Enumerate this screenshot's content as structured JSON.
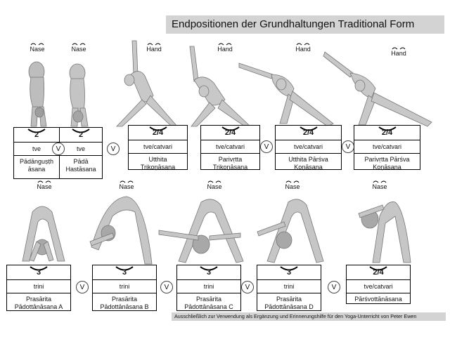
{
  "title": "Endpositionen der Grundhaltungen Traditional Form",
  "footer": "Ausschließlich zur Verwendung als Ergänzung und Erinnerungshilfe für den Yoga-Unterricht von Peter Ewen",
  "separator": "V",
  "top_row": [
    {
      "label": "Nase",
      "count": "2",
      "breath": "tve",
      "name1": "Pādānguṣṭh",
      "name2": "āsana"
    },
    {
      "label": "Nase",
      "count": "2",
      "breath": "tve",
      "name1": "Pādā",
      "name2": "Hastāsana"
    },
    {
      "label": "Hand",
      "count": "2/4",
      "breath": "tve/catvari",
      "name1": "Utthita",
      "name2": "Trikoṇāsana"
    },
    {
      "label": "Hand",
      "count": "2/4",
      "breath": "tve/catvari",
      "name1": "Parivṛtta",
      "name2": "Trikoṇāsana"
    },
    {
      "label": "Hand",
      "count": "2/4",
      "breath": "tve/catvari",
      "name1": "Utthita Pārśva",
      "name2": "Koṇāsana"
    },
    {
      "label": "Hand",
      "count": "2/4",
      "breath": "tve/catvari",
      "name1": "Parivṛtta Pārśva",
      "name2": "Koṇāsana"
    }
  ],
  "bottom_row": [
    {
      "label": "Nase",
      "count": "3",
      "breath": "trini",
      "name1": "Prasārita",
      "name2": "Pādottānāsana A"
    },
    {
      "label": "Nase",
      "count": "3",
      "breath": "trini",
      "name1": "Prasārita",
      "name2": "Pādottānāsana B"
    },
    {
      "label": "Nase",
      "count": "3",
      "breath": "trini",
      "name1": "Prasārita",
      "name2": "Pādottānāsana C"
    },
    {
      "label": "Nase",
      "count": "3",
      "breath": "trini",
      "name1": "Prasārita",
      "name2": "Pādottānāsana D"
    },
    {
      "label": "Nase",
      "count": "2/4",
      "breath": "tve/catvari",
      "name1": "Pārśvottānāsana",
      "name2": ""
    }
  ]
}
